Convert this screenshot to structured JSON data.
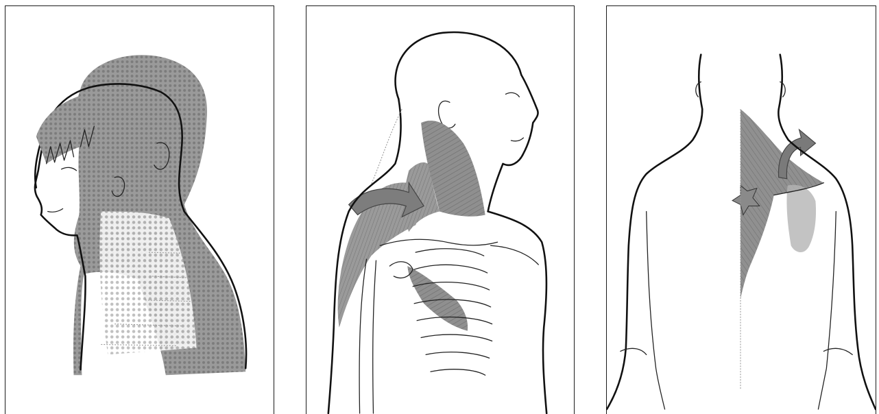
{
  "figure": {
    "panels": [
      {
        "subject": "head-forward-posture-side-view"
      },
      {
        "subject": "neck-and-chest-muscles-front-view"
      },
      {
        "subject": "upper-back-trapezius-rear-view"
      }
    ],
    "colors": {
      "line": "#111111",
      "muscle_fill": "#8f8f8f",
      "shadow_fill": "#a9a9a9",
      "background": "#ffffff"
    }
  }
}
